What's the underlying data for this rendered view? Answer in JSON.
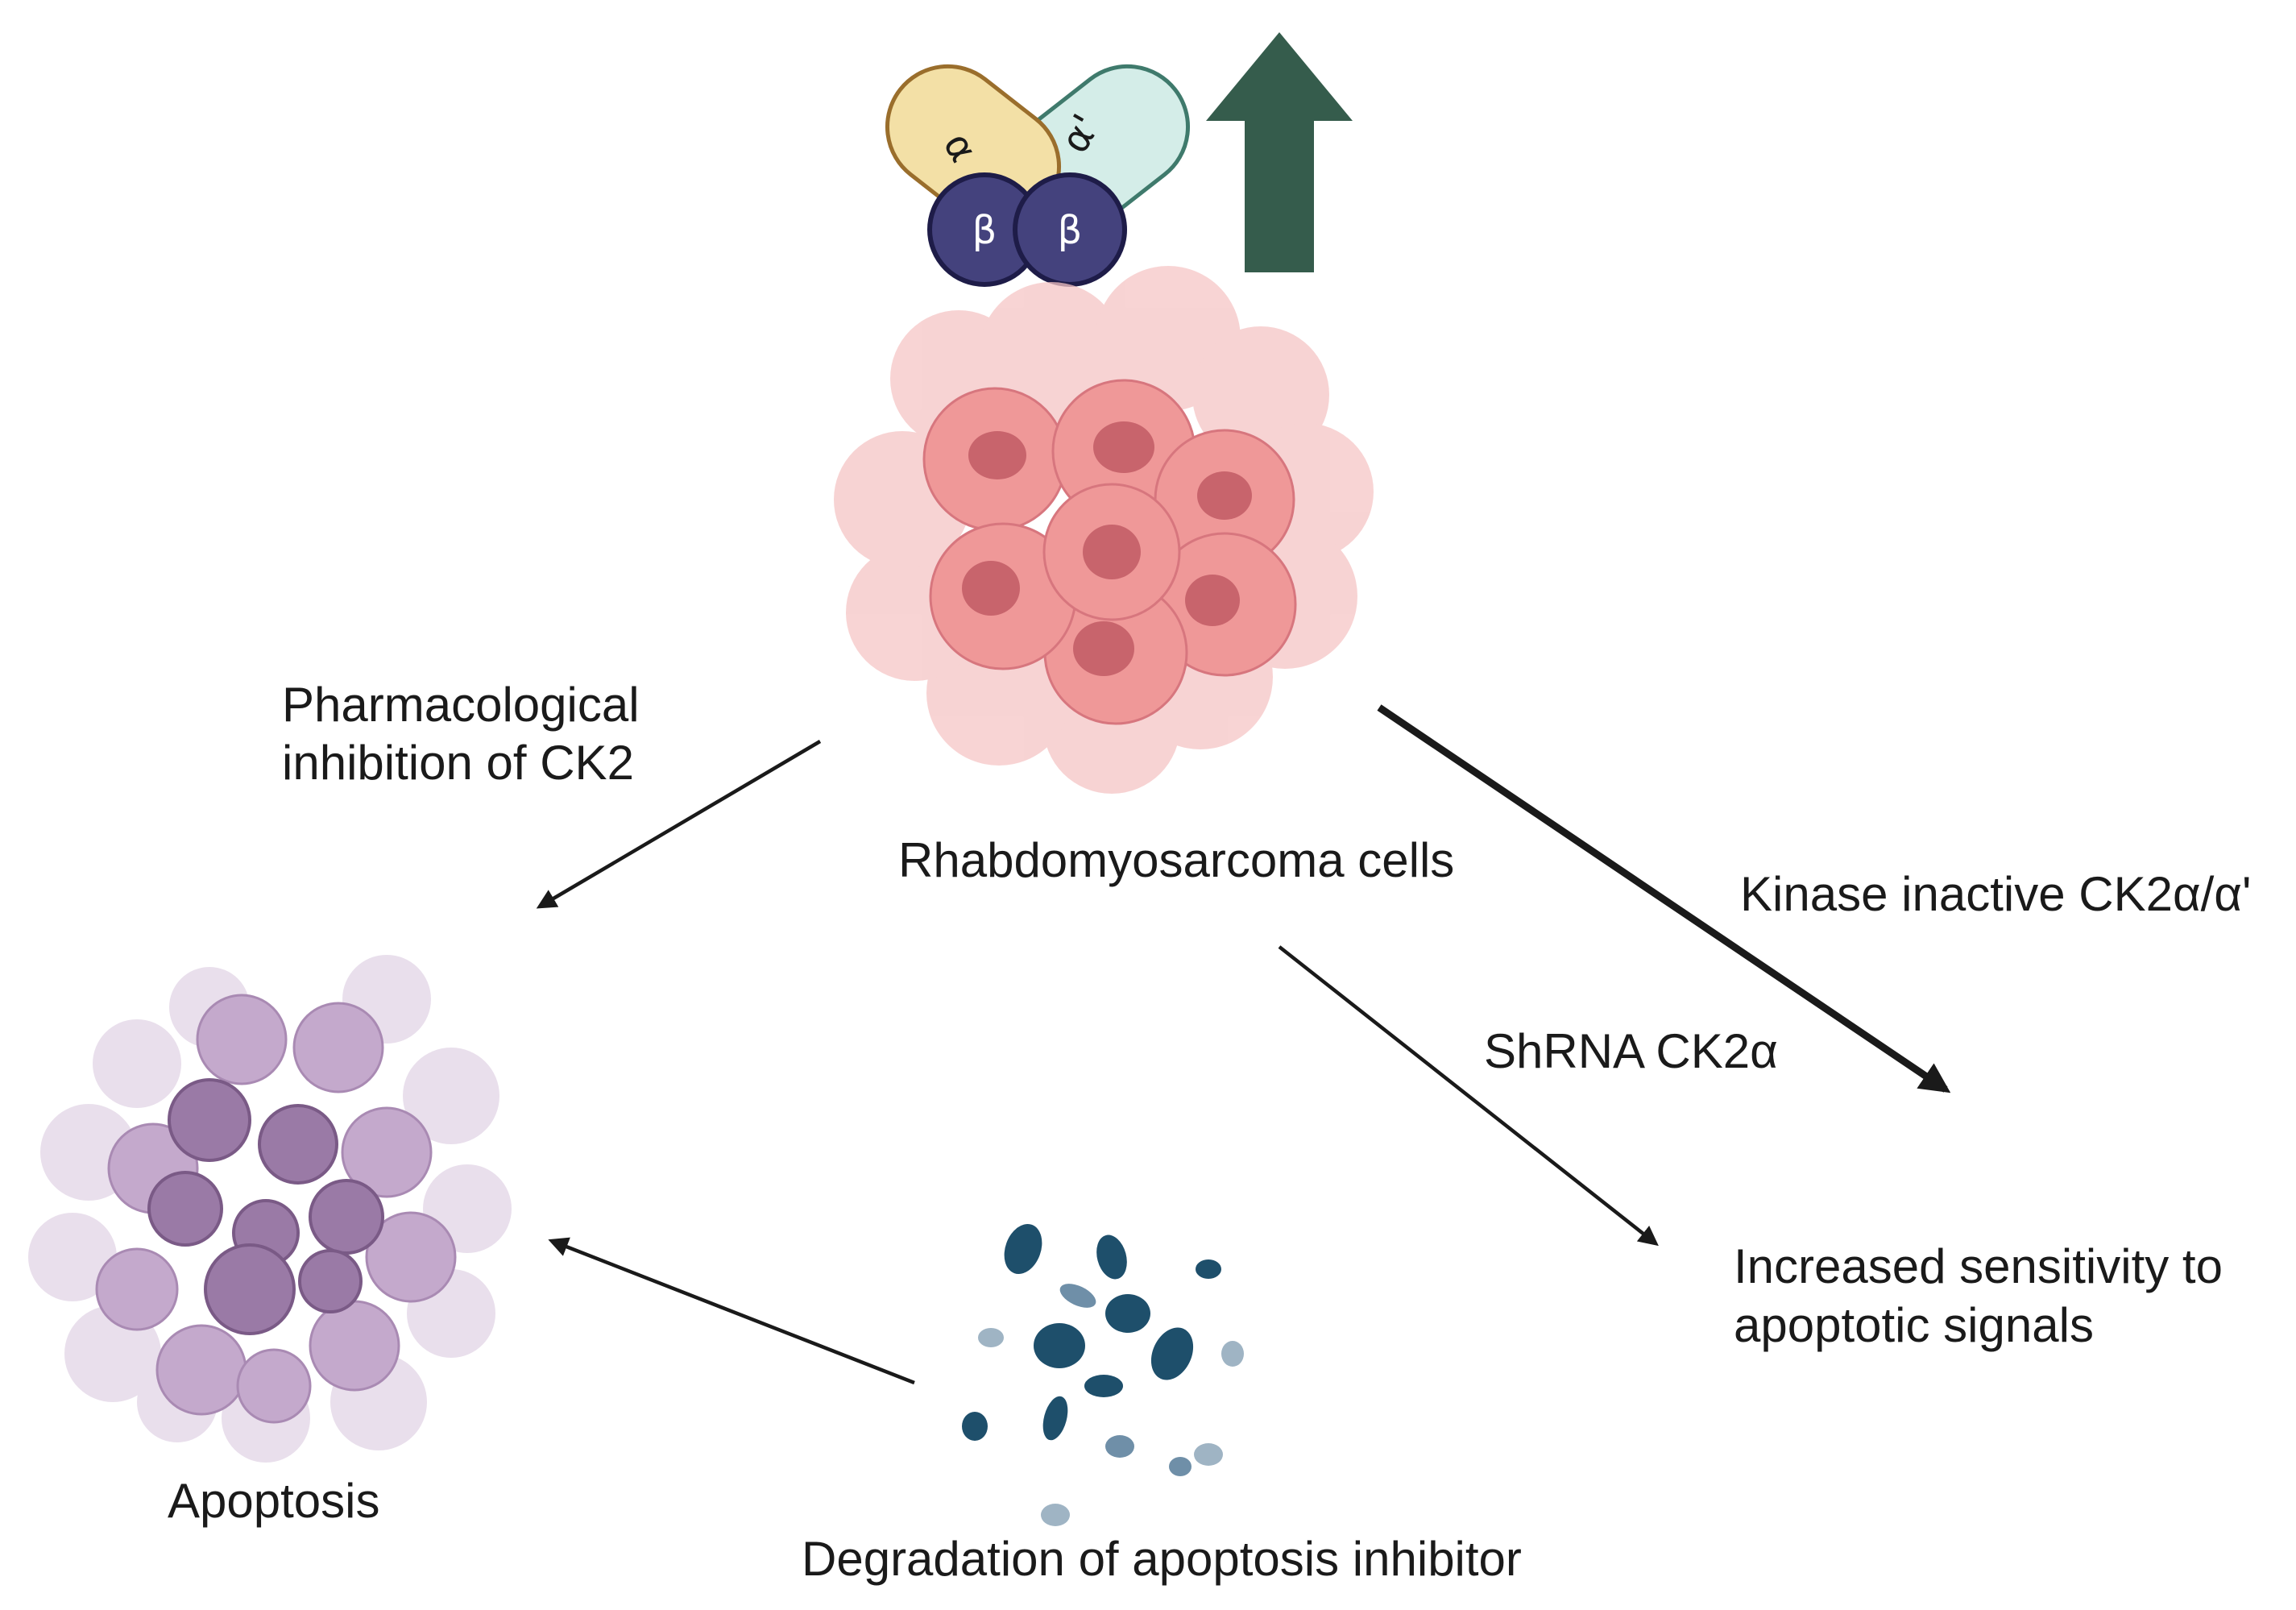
{
  "labels": {
    "rms_cells": "Rhabdomyosarcoma cells",
    "pharm_line1": "Pharmacological",
    "pharm_line2": "inhibition of CK2",
    "kinase_inactive": "Kinase inactive CK2α/α'",
    "shrna": "ShRNA CK2α",
    "sensitivity_line1": "Increased sensitivity to",
    "sensitivity_line2": "apoptotic signals",
    "apoptosis": "Apoptosis",
    "degradation": "Degradation of apoptosis inhibitor"
  },
  "ck2_complex": {
    "alpha": "α",
    "alpha_prime": "α'",
    "beta_1": "β",
    "beta_2": "β"
  },
  "colors": {
    "alpha_fill": "#f3e0a6",
    "alpha_stroke": "#9a6e2c",
    "alpha_prime_fill": "#d4ede8",
    "alpha_prime_stroke": "#3f7a6c",
    "beta_fill": "#44427d",
    "beta_stroke": "#1e1c48",
    "up_arrow": "#355c4c",
    "tumor_light": "#f5c5c5",
    "tumor_mid": "#ef9898",
    "tumor_nucleus": "#c8646c",
    "apoptosis_light": "#e7dcea",
    "apoptosis_mid": "#c4a9cc",
    "apoptosis_dark": "#9a7aa6",
    "fragment_dark": "#1e4f6b",
    "fragment_light": "#9fb4c4",
    "arrow": "#1a1a1a"
  },
  "icons": {
    "ck2_complex": "ck2-holoenzyme-icon",
    "upregulation": "up-arrow-icon",
    "tumor_cells": "tumor-cell-cluster-icon",
    "apoptotic_cells": "apoptotic-cell-icon",
    "fragments": "protein-fragments-icon"
  }
}
